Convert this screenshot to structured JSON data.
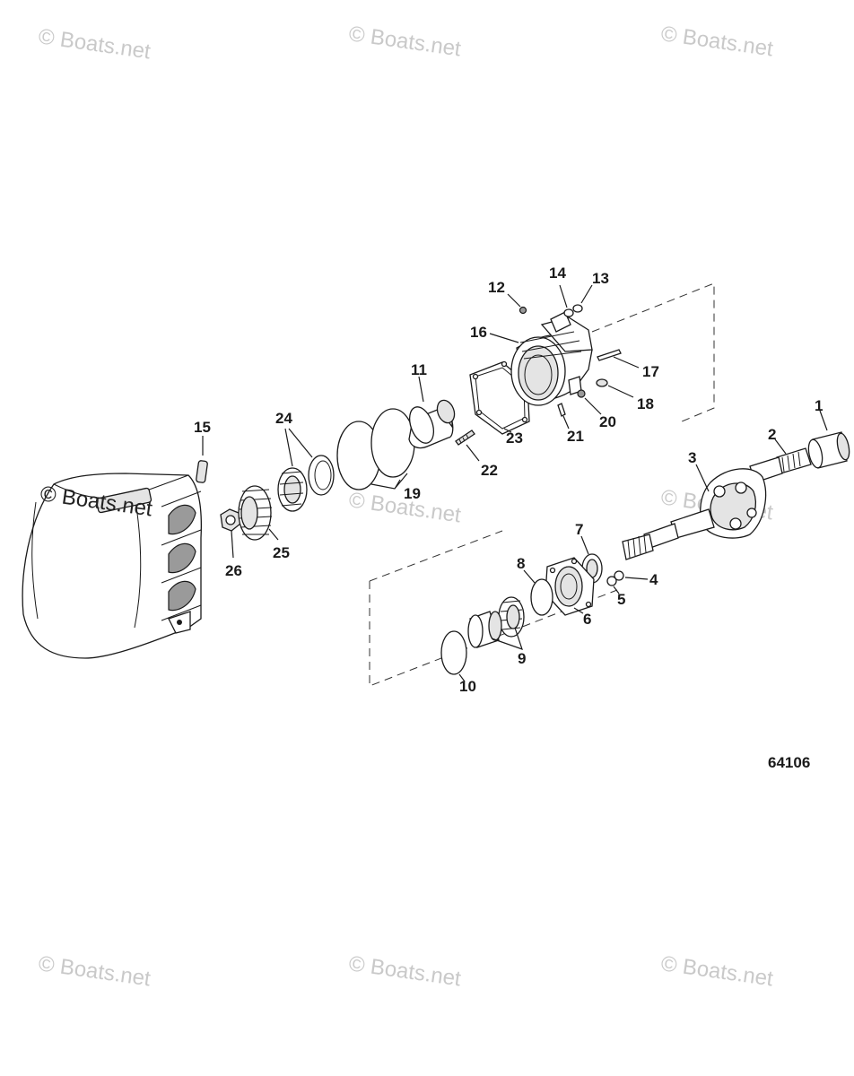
{
  "watermarks": [
    "© Boats.net",
    "© Boats.net",
    "© Boats.net",
    "© Boats.net",
    "© Boats.net",
    "© Boats.net",
    "© Boats.net",
    "© Boats.net"
  ],
  "callouts": {
    "p1": "1",
    "p2": "2",
    "p3": "3",
    "p4": "4",
    "p5": "5",
    "p6": "6",
    "p7": "7",
    "p8": "8",
    "p9": "9",
    "p10": "10",
    "p11": "11",
    "p12": "12",
    "p13": "13",
    "p14": "14",
    "p15": "15",
    "p16": "16",
    "p17": "17",
    "p18": "18",
    "p19": "19",
    "p20": "20",
    "p21": "21",
    "p22": "22",
    "p23": "23",
    "p24": "24",
    "p25": "25",
    "p26": "26"
  },
  "figure_id": "64106",
  "colors": {
    "line": "#1a1a1a",
    "watermark": "#c9c9c9",
    "background": "#ffffff"
  }
}
